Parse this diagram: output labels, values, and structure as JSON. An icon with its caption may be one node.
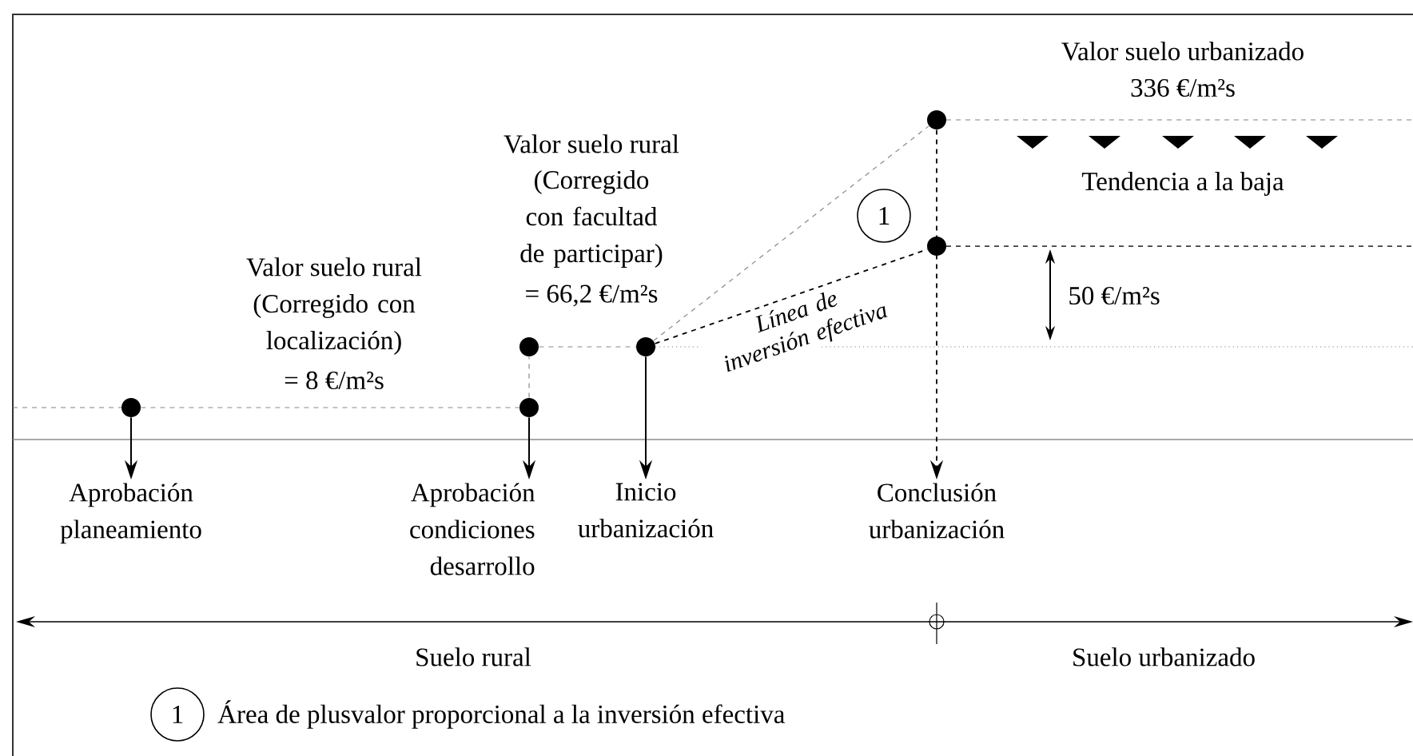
{
  "diagram": {
    "nodes": [
      {
        "text": [],
        "shape": "circle"
      },
      {
        "text": [
          "1"
        ]
      },
      {
        "text": [],
        "shape": "circle"
      },
      {
        "text": [],
        "shape": "circle"
      },
      {
        "text": [],
        "shape": "circle"
      },
      {
        "text": [],
        "shape": "circle"
      },
      {
        "text": [],
        "shape": "circle"
      },
      {
        "text": [
          "Aprobación planeamiento"
        ]
      },
      {
        "text": [
          "Aprobación condiciones desarrollo"
        ]
      },
      {
        "text": [
          "Inicio urbanización"
        ]
      },
      {
        "text": [
          "Conclusión urbanización"
        ]
      },
      {
        "text": [
          "1"
        ],
        "beside": [
          "Área de plusvalor proporcional a la inversión efectiva"
        ]
      }
    ],
    "edges": [
      {
        "from": 5,
        "to": 6,
        "arrow": "none",
        "style": "dashed",
        "color": "#888888"
      },
      {
        "from": 6,
        "to": 3,
        "arrow": "none",
        "style": "dashed",
        "color": "#888888"
      },
      {
        "from": 3,
        "to": 4,
        "arrow": "none",
        "style": "dashed",
        "color": "#888888"
      },
      {
        "from": 4,
        "to": 0,
        "arrow": "none",
        "style": "dashed",
        "color": "#888888"
      },
      {
        "from": 4,
        "to": 2,
        "arrow": "none",
        "style": "dashed",
        "label": "Línea de inversión efectiva"
      },
      {
        "from": 5,
        "to": 7,
        "arrow": "to"
      },
      {
        "from": 6,
        "to": 8,
        "arrow": "to"
      },
      {
        "from": 4,
        "to": 9,
        "arrow": "to"
      },
      {
        "from": 0,
        "to": 10,
        "arrow": "to",
        "style": "dashed"
      }
    ],
    "labels": [
      "Valor suelo urbanizado",
      "336 €/m²s",
      "Valor suelo rural",
      "Tendencia a la baja",
      "(Corregido con facultad de participar)",
      "Valor suelo rural",
      "= 66,2 €/m²s",
      "50 €/m²s",
      "(Corregido con localización)",
      "= 8 €/m²s",
      "Suelo rural",
      "Suelo urbanizado"
    ]
  }
}
